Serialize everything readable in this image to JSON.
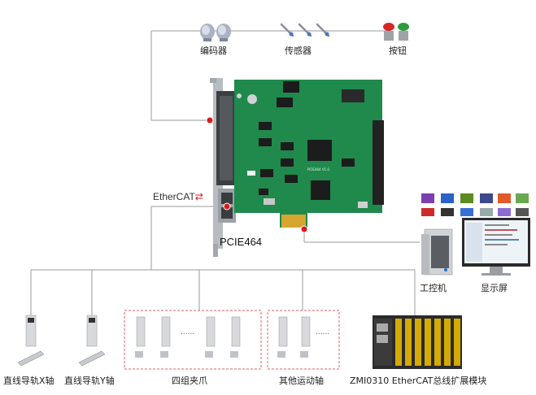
{
  "top": {
    "encoder_label": "编码器",
    "sensor_label": "传感器",
    "button_label": "按钮"
  },
  "board": {
    "model_label": "PCIE464",
    "silk_text": "PCIE464 V1.0",
    "bus_brand": "EtherCAT",
    "pcb_color": "#1f8a4c",
    "bracket_color": "#b7bcc0"
  },
  "right": {
    "ipc_label": "工控机",
    "monitor_label": "显示屏"
  },
  "bottom": {
    "x_axis_label": "直线导轨X轴",
    "y_axis_label": "直线导轨Y轴",
    "gripper_label": "四组夹爪",
    "other_axis_label": "其他运动轴",
    "module_label": "ZMI0310 EtherCAT总线扩展模块",
    "ellipsis": "......"
  },
  "colors": {
    "line": "#9a9a9a",
    "dashed_box": "#e06060",
    "drive_body": "#d7d9db",
    "module_body": "#2b2b2b",
    "module_accent": "#f2c200",
    "red_dot": "#d81b1b"
  }
}
